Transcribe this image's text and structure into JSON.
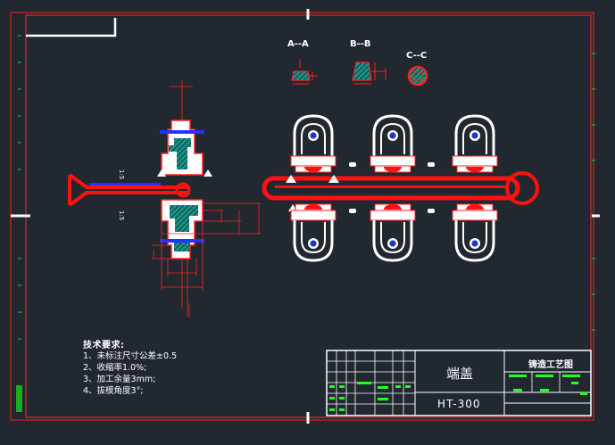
{
  "drawing": {
    "part_name": "端盖",
    "part_code": "HT-300",
    "drawing_type": "铸造工艺图",
    "section_labels": [
      "A--A",
      "B--B",
      "C--C"
    ],
    "technical_requirements": {
      "title": "技术要求:",
      "items": [
        "1、未标注尺寸公差±0.5",
        "2、收缩率1.0%;",
        "3、加工余量3mm;",
        "4、拔模角度3°;"
      ]
    }
  },
  "colors": {
    "background": "#212830",
    "frame": "#ff1a1a",
    "outline": "#ffffff",
    "gating": "#ff0000",
    "dimension": "#ff2222",
    "hatch": "#1fb0a0",
    "bolt": "#2233ff",
    "titleblock_green": "#22ff22"
  }
}
